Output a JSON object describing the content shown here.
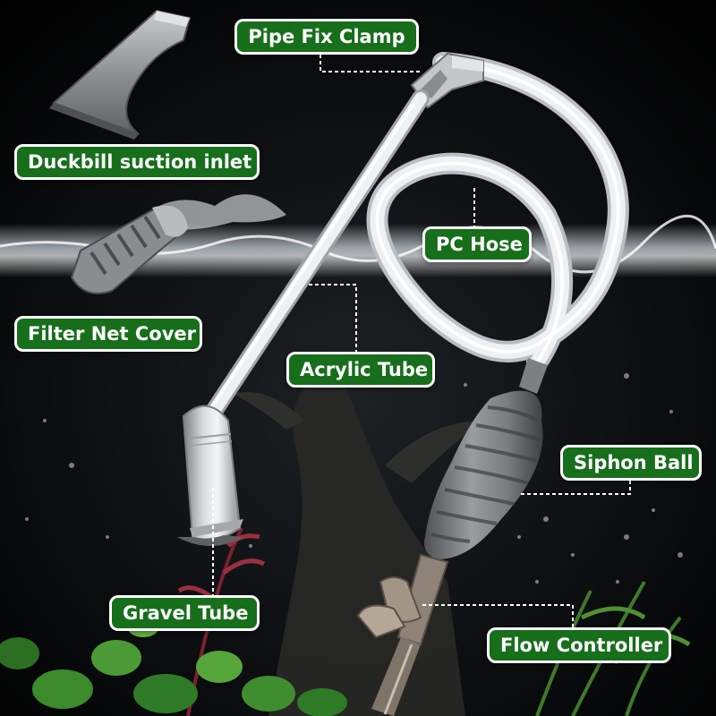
{
  "labels": {
    "pipe_fix_clamp": "Pipe Fix Clamp",
    "duckbill_suction_inlet": "Duckbill suction inlet",
    "pc_hose": "PC Hose",
    "filter_net_cover": "Filter Net Cover",
    "acrylic_tube": "Acrylic Tube",
    "siphon_ball": "Siphon Ball",
    "gravel_tube": "Gravel Tube",
    "flow_controller": "Flow Controller"
  },
  "colors": {
    "label_background": "#176e1b",
    "label_border": "#ffffff",
    "label_text": "#ffffff",
    "background": "#000000",
    "leader_line": "#ffffff"
  }
}
